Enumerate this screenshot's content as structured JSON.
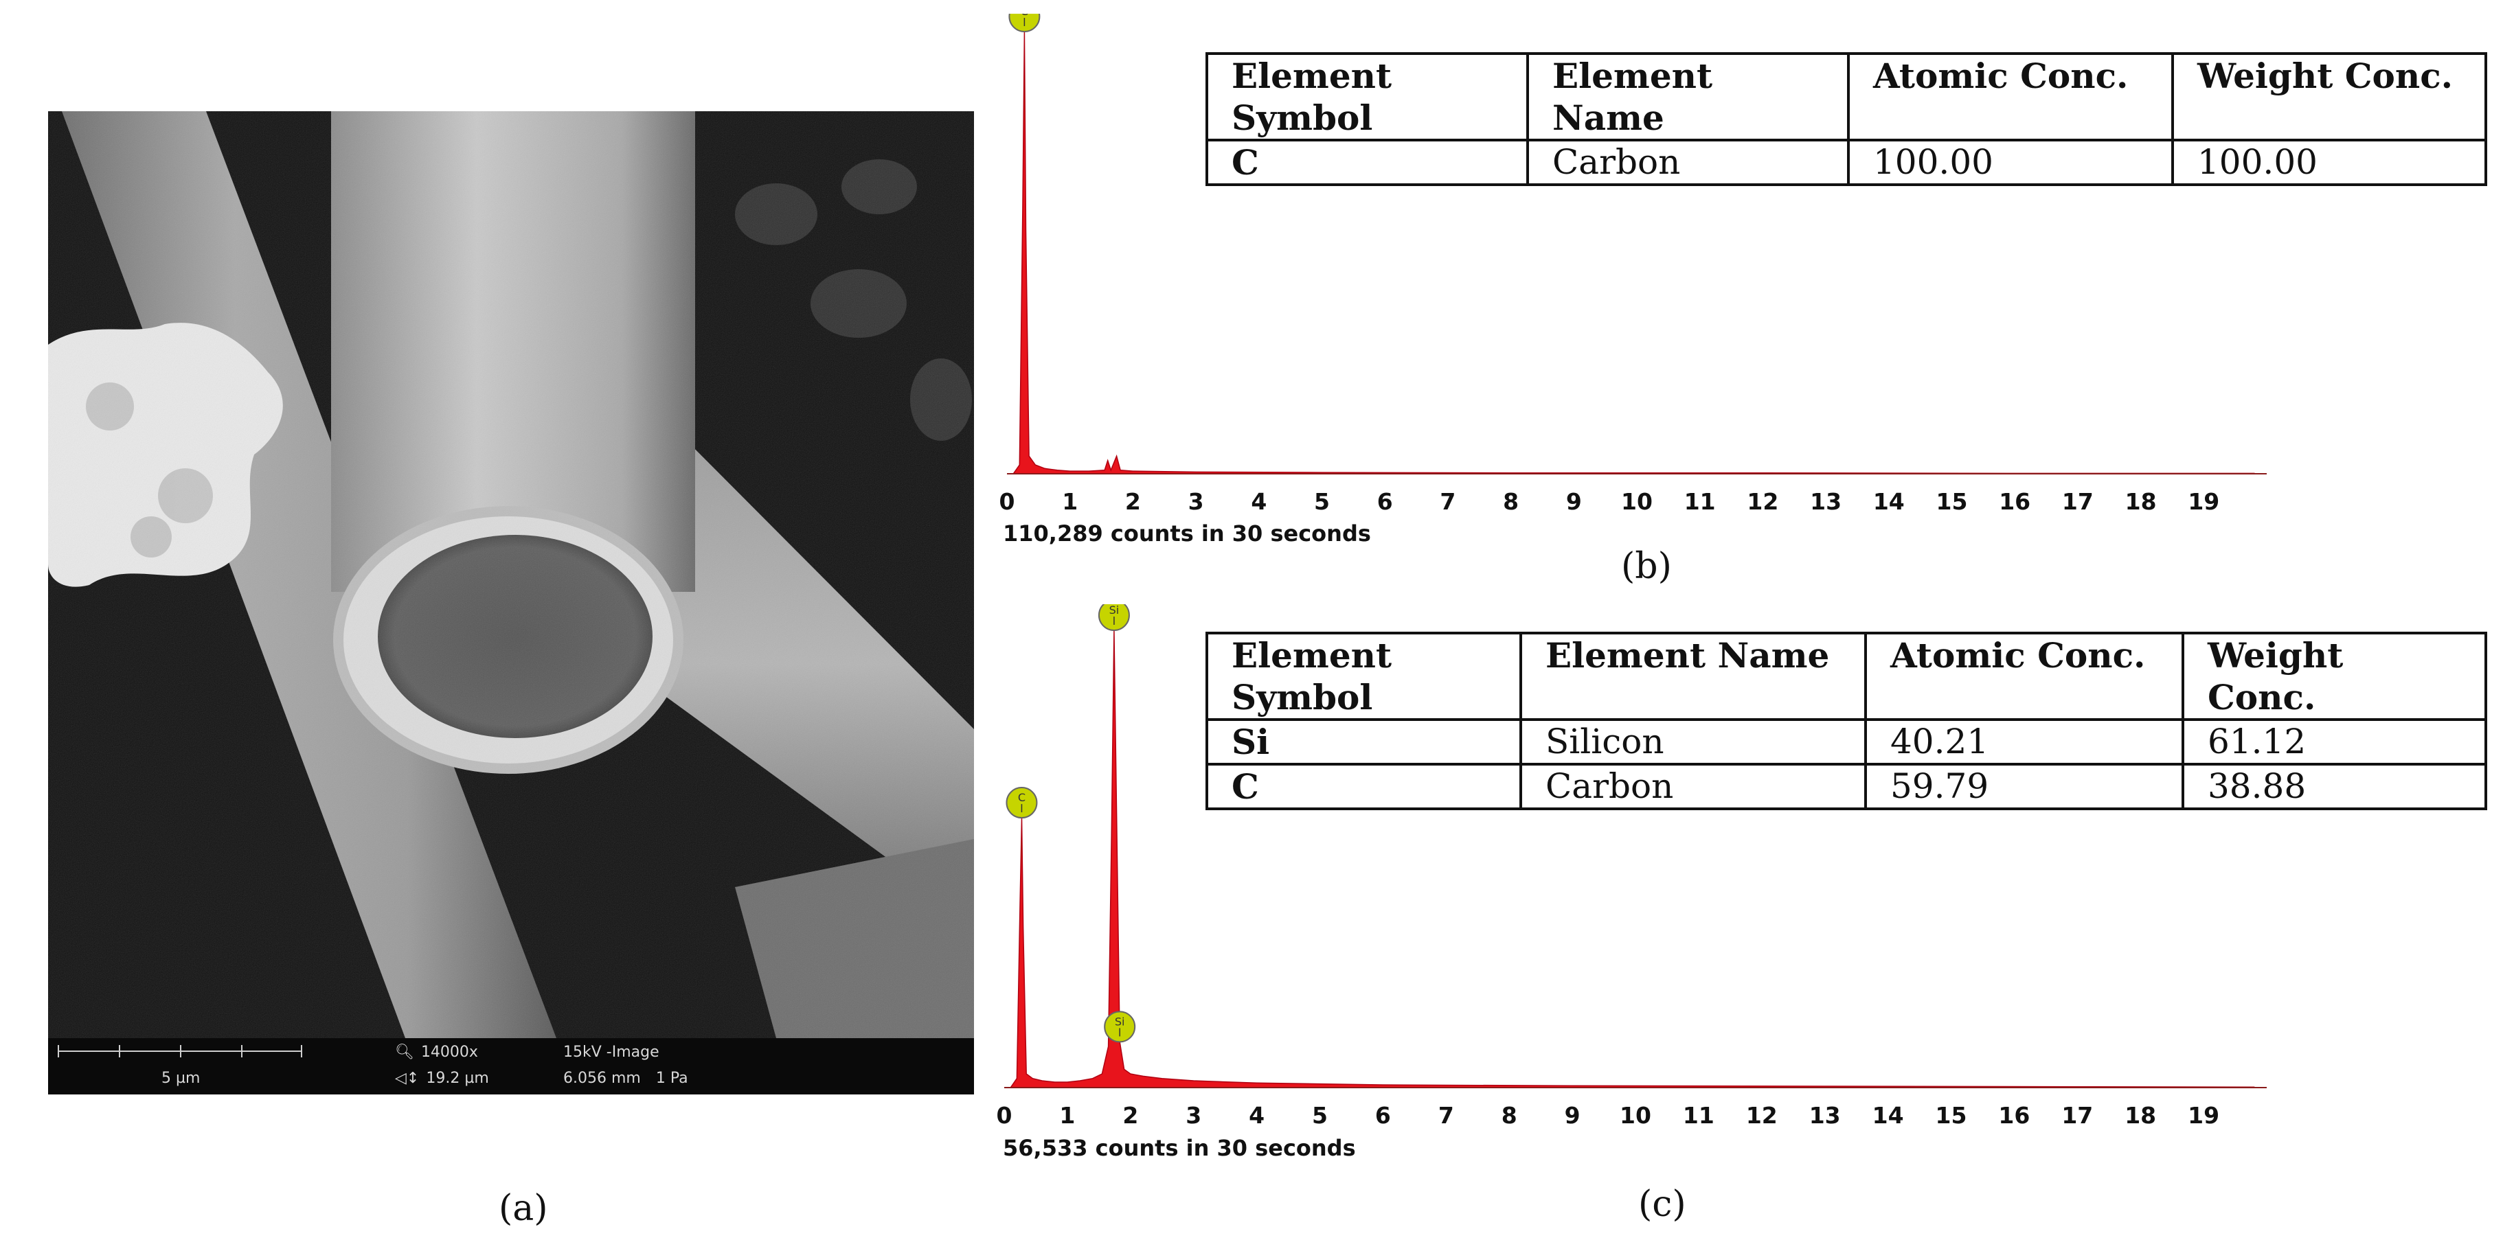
{
  "panel_a": {
    "label": "(a)",
    "databar": {
      "scale": "5 µm",
      "magnification": "14000x",
      "hfw": "19.2 µm",
      "beam": "15kV -Image",
      "wd": "6.056 mm",
      "pressure": "1 Pa",
      "icons": [
        "magnifier-icon",
        "width-arrows-icon"
      ]
    }
  },
  "panel_b": {
    "label": "(b)",
    "counts_text": "110,289 counts in 30 seconds",
    "table": {
      "headers": [
        "Element Symbol",
        "Element Name",
        "Atomic Conc.",
        "Weight Conc."
      ],
      "rows": [
        [
          "C",
          "Carbon",
          "100.00",
          "100.00"
        ]
      ]
    }
  },
  "panel_c": {
    "label": "(c)",
    "counts_text": "56,533 counts in 30 seconds",
    "table": {
      "headers": [
        "Element Symbol",
        "Element Name",
        "Atomic Conc.",
        "Weight Conc."
      ],
      "rows": [
        [
          "Si",
          "Silicon",
          "40.21",
          "61.12"
        ],
        [
          "C",
          "Carbon",
          "59.79",
          "38.88"
        ]
      ]
    }
  },
  "chart_data": [
    {
      "type": "line",
      "panel": "(b)",
      "xlim": [
        0,
        20
      ],
      "x_ticks": [
        "0",
        "1",
        "2",
        "3",
        "4",
        "5",
        "6",
        "7",
        "8",
        "9",
        "10",
        "11",
        "12",
        "13",
        "14",
        "15",
        "16",
        "17",
        "18",
        "19"
      ],
      "grid": false,
      "fill_color": "#e8141c",
      "peak_marker_color": "#c6d400",
      "series": [
        {
          "x": [
            0.1,
            0.2,
            0.25,
            0.277,
            0.3,
            0.35,
            0.45,
            0.6,
            0.8,
            1.0,
            1.3,
            1.55,
            1.6,
            1.65,
            1.74,
            1.8,
            2.0,
            3.0,
            5.0,
            8.0,
            12.0,
            16.0,
            19.8
          ],
          "y": [
            0,
            0.02,
            0.6,
            1.0,
            0.55,
            0.04,
            0.02,
            0.012,
            0.008,
            0.006,
            0.006,
            0.008,
            0.03,
            0.008,
            0.04,
            0.008,
            0.006,
            0.004,
            0.003,
            0.002,
            0.002,
            0.001,
            0.001
          ]
        }
      ],
      "peak_labels": [
        {
          "element": "C",
          "x": 0.277,
          "y": 1.0
        }
      ]
    },
    {
      "type": "line",
      "panel": "(c)",
      "xlim": [
        0,
        20
      ],
      "x_ticks": [
        "0",
        "1",
        "2",
        "3",
        "4",
        "5",
        "6",
        "7",
        "8",
        "9",
        "10",
        "11",
        "12",
        "13",
        "14",
        "15",
        "16",
        "17",
        "18",
        "19"
      ],
      "grid": false,
      "fill_color": "#e8141c",
      "peak_marker_color": "#c6d400",
      "series": [
        {
          "x": [
            0.1,
            0.2,
            0.25,
            0.277,
            0.3,
            0.35,
            0.45,
            0.6,
            0.8,
            1.0,
            1.2,
            1.4,
            1.55,
            1.65,
            1.7,
            1.74,
            1.78,
            1.83,
            1.9,
            2.0,
            2.2,
            2.5,
            3.0,
            4.0,
            6.0,
            9.0,
            13.0,
            17.0,
            19.8
          ],
          "y": [
            0,
            0.02,
            0.4,
            0.59,
            0.35,
            0.03,
            0.02,
            0.015,
            0.012,
            0.012,
            0.015,
            0.02,
            0.03,
            0.09,
            0.55,
            1.0,
            0.6,
            0.1,
            0.04,
            0.03,
            0.025,
            0.02,
            0.015,
            0.01,
            0.006,
            0.004,
            0.003,
            0.002,
            0.001
          ]
        }
      ],
      "peak_labels": [
        {
          "element": "C",
          "x": 0.277,
          "y": 0.59
        },
        {
          "element": "Si",
          "x": 1.74,
          "y": 1.0
        },
        {
          "element": "Si",
          "x": 1.83,
          "y": 0.1
        }
      ]
    }
  ]
}
